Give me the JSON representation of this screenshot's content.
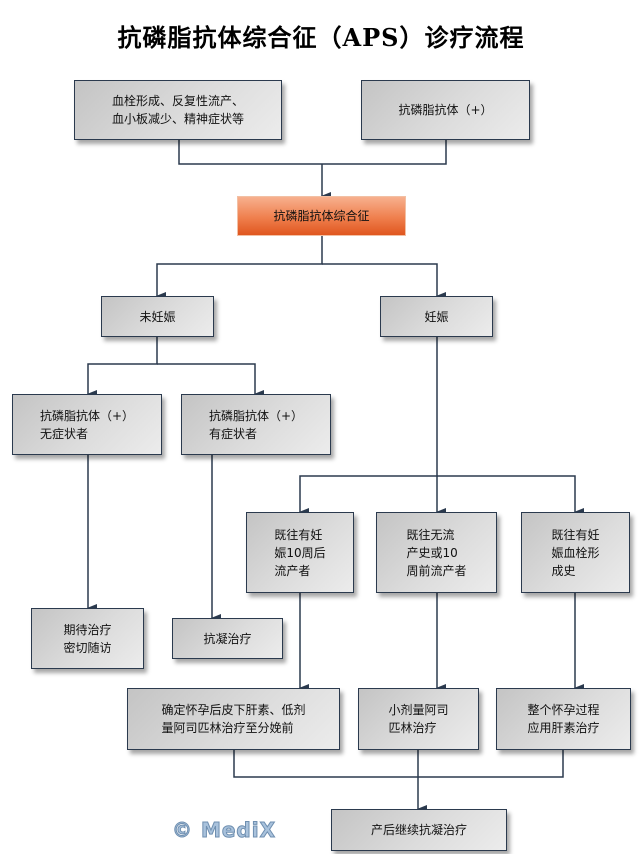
{
  "title": "抗磷脂抗体综合征（APS）诊疗流程",
  "nodes": {
    "symptoms": "血栓形成、反复性流产、\n血小板减少、精神症状等",
    "antibody_positive": "抗磷脂抗体（+）",
    "aps": "抗磷脂抗体综合征",
    "not_pregnant": "未妊娠",
    "pregnant": "妊娠",
    "asymptomatic": "抗磷脂抗体（+）\n无症状者",
    "symptomatic": "抗磷脂抗体（+）\n有症状者",
    "prior_loss_after_10w": "既往有妊\n娠10周后\n流产者",
    "no_loss_or_before_10w": "既往无流\n产史或10\n周前流产者",
    "prior_pregnancy_thrombosis": "既往有妊\n娠血栓形\n成史",
    "expectant_followup": "期待治疗\n密切随访",
    "anticoagulation": "抗凝治疗",
    "heparin_aspirin": "确定怀孕后皮下肝素、低剂\n量阿司匹林治疗至分娩前",
    "low_dose_aspirin": "小剂量阿司\n匹林治疗",
    "heparin_whole_pregnancy": "整个怀孕过程\n应用肝素治疗",
    "postpartum": "产后继续抗凝治疗"
  },
  "watermark": "© MediX",
  "colors": {
    "line": "#2b3a4e",
    "accent": "#e8622b"
  }
}
